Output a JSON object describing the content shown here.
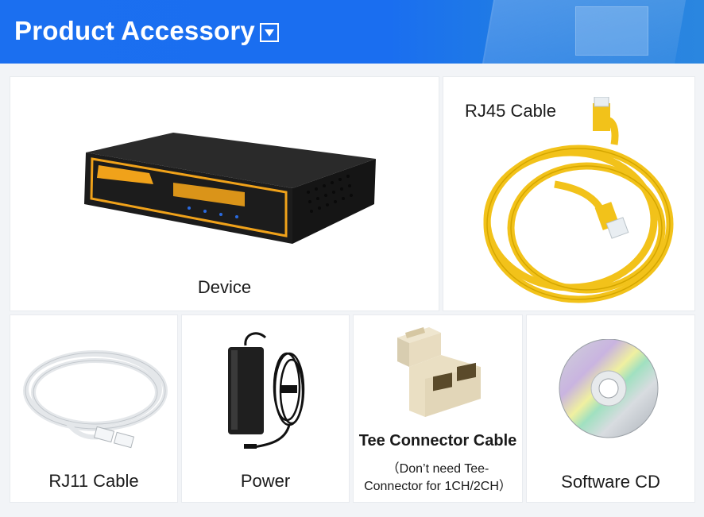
{
  "header": {
    "title": "Product Accessory",
    "dropdown_icon": "triangle-down-icon",
    "background_color": "#1b6ff0"
  },
  "items": [
    {
      "label": "Device",
      "image": "device-image"
    },
    {
      "label": "RJ45 Cable",
      "image": "rj45-cable-image"
    },
    {
      "label": "RJ11 Cable",
      "image": "rj11-cable-image"
    },
    {
      "label": "Power",
      "image": "power-adapter-image"
    },
    {
      "label": "Tee Connector Cable",
      "note_line1": "（Don’t need Tee-",
      "note_line2": "Connector for 1CH/2CH）",
      "image": "tee-connector-image"
    },
    {
      "label": "Software CD",
      "image": "cd-image"
    }
  ],
  "colors": {
    "cable_yellow": "#f2c21a",
    "device_orange": "#f0a21a",
    "device_black": "#1c1c1c"
  }
}
